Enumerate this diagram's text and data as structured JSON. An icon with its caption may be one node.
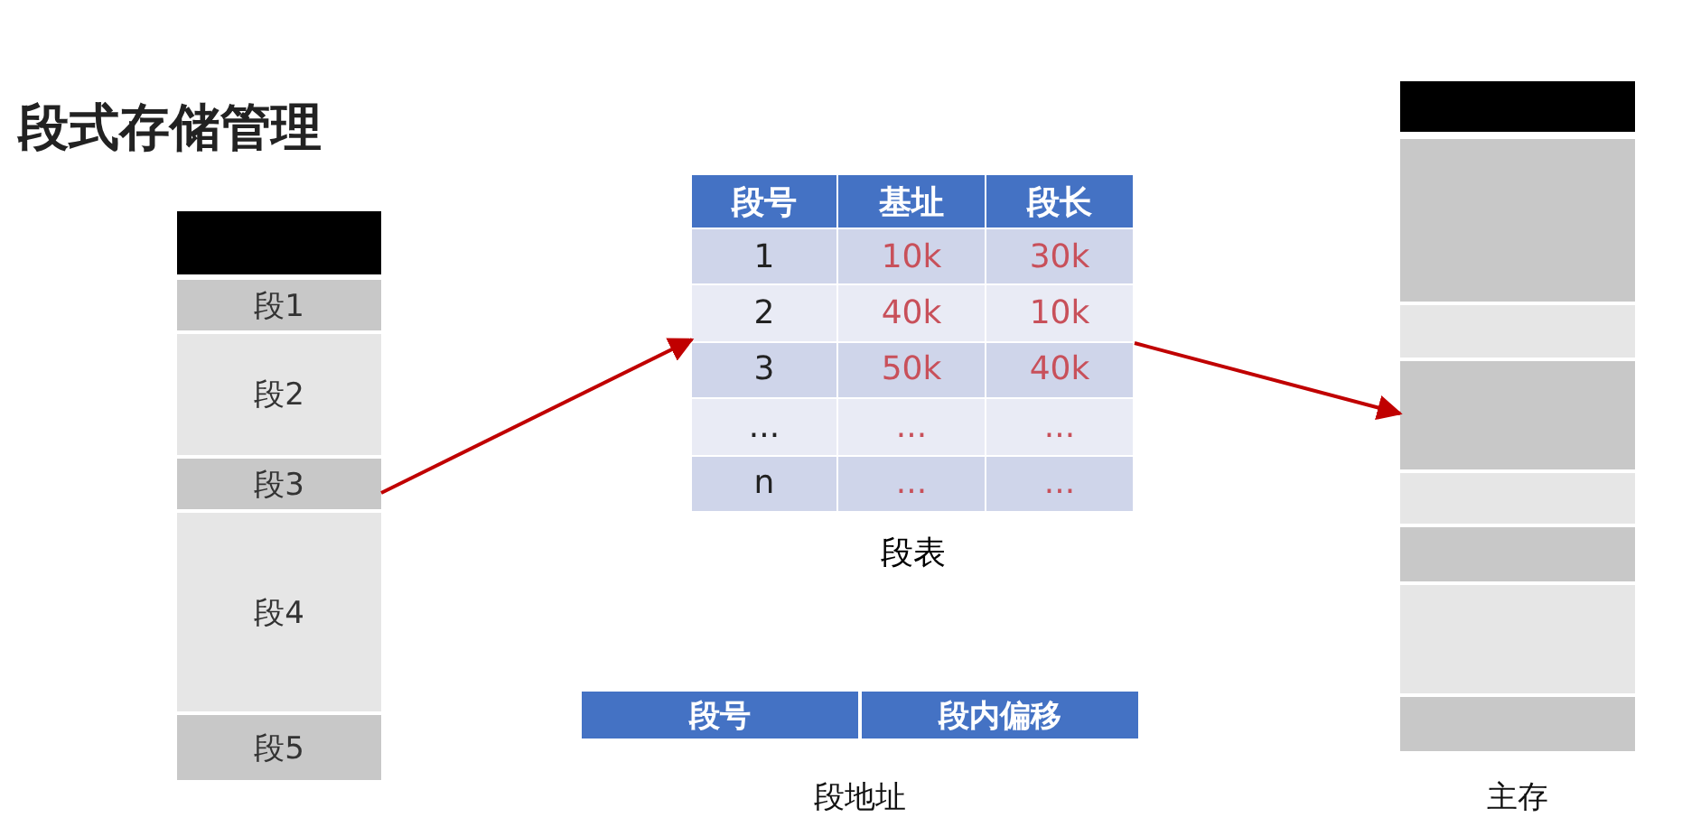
{
  "diagram": {
    "title": "段式存储管理",
    "nodes": [
      {
        "text": [],
        "shape": "bar"
      },
      {
        "text": [
          "段1"
        ]
      },
      {
        "text": [
          "段2"
        ]
      },
      {
        "text": [
          "段3"
        ]
      },
      {
        "text": [
          "段4"
        ]
      },
      {
        "text": [
          "段5"
        ]
      },
      {
        "text": [],
        "shape": "box",
        "beside": [
          "段表"
        ]
      },
      {
        "text": [],
        "shape": "bar"
      },
      {
        "text": [],
        "shape": "box"
      },
      {
        "text": [],
        "shape": "box"
      },
      {
        "text": [],
        "shape": "box"
      },
      {
        "text": [],
        "shape": "box"
      },
      {
        "text": [],
        "shape": "box"
      },
      {
        "text": [],
        "shape": "box"
      },
      {
        "text": [],
        "shape": "box"
      }
    ],
    "edges": [
      {
        "from": 3,
        "to": 6,
        "arrow": "to"
      },
      {
        "from": 6,
        "to": 10,
        "arrow": "to"
      }
    ],
    "labels": [
      "段号",
      "基址",
      "段长",
      "1",
      "10k",
      "30k",
      "2",
      "40k",
      "10k",
      "3",
      "50k",
      "40k",
      "...",
      "...",
      "...",
      "n",
      "...",
      "...",
      "段号",
      "段内偏移",
      "段地址",
      "主存"
    ]
  }
}
